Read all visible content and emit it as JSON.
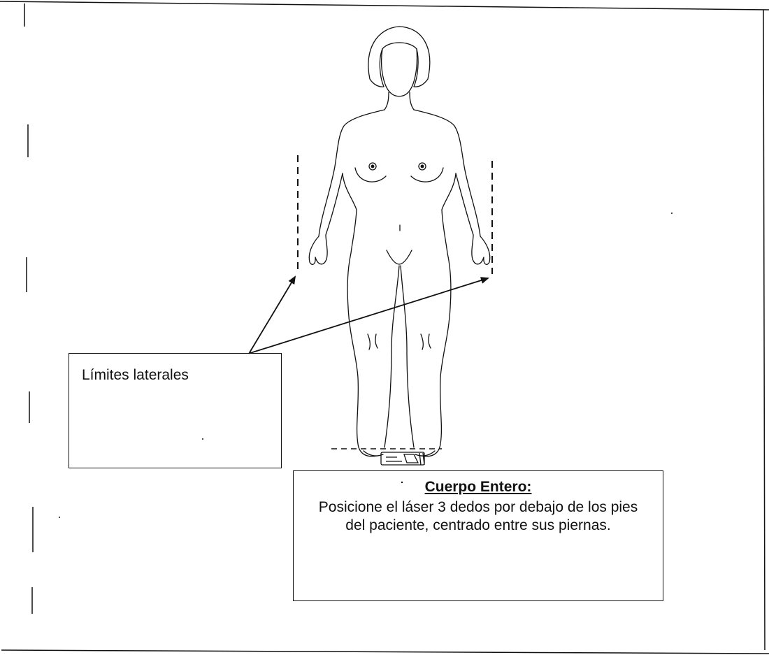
{
  "figure": {
    "callout_label": "Límites laterales",
    "instruction": {
      "title": "Cuerpo Entero:",
      "body": "Posicione el láser 3 dedos por debajo de los pies del paciente, centrado entre sus piernas."
    }
  },
  "colors": {
    "line": "#111111",
    "background": "#ffffff"
  }
}
